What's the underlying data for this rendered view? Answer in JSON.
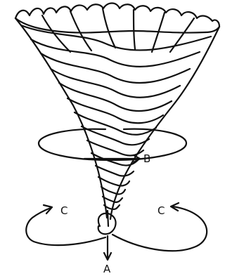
{
  "labels": {
    "a": "A",
    "b": "B",
    "c_left": "C",
    "c_right": "C"
  },
  "colors": {
    "ink": "#111111",
    "paper": "#ffffff"
  }
}
